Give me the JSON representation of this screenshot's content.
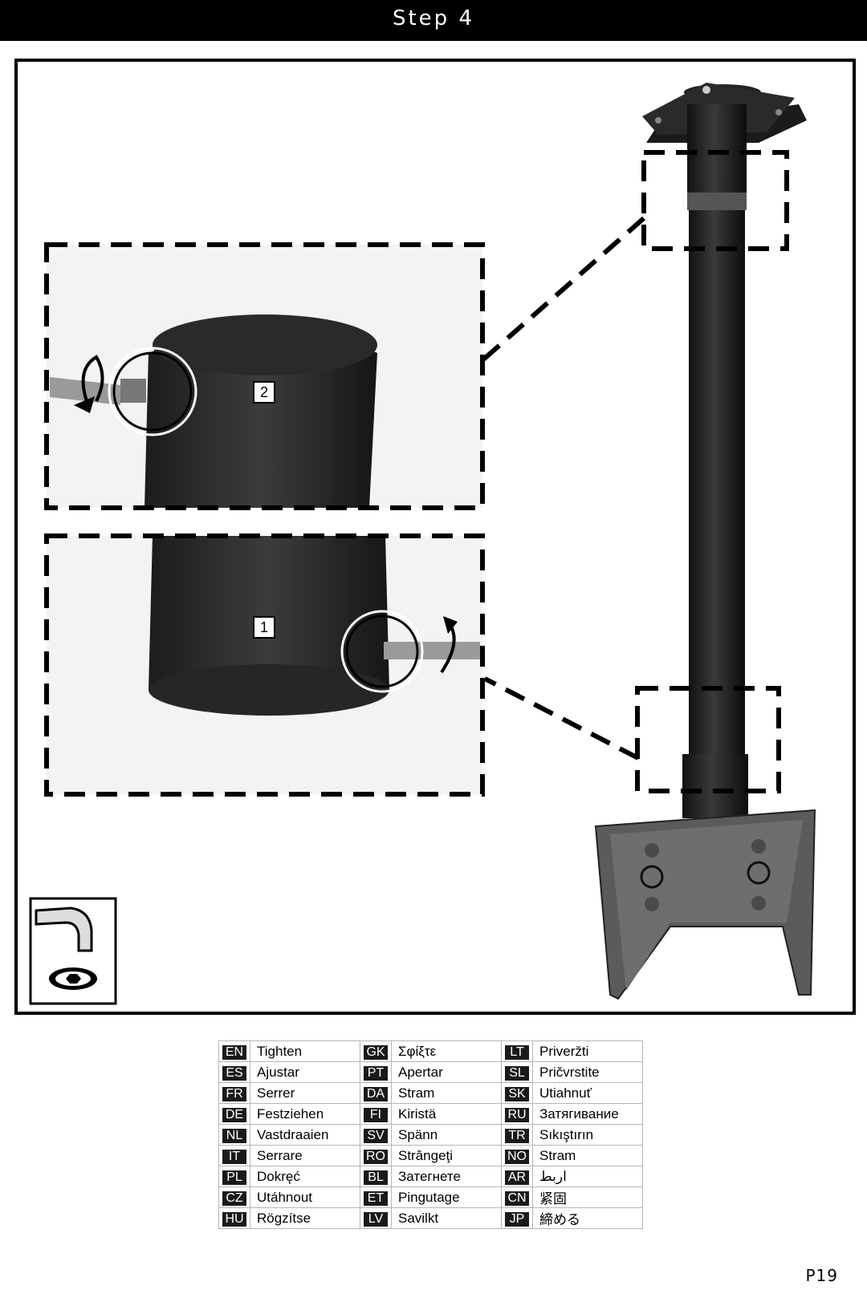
{
  "header": {
    "title": "Step 4"
  },
  "callouts": {
    "top_number": "2",
    "bottom_number": "1"
  },
  "tool_icon": "hex-key-icon",
  "translations": [
    [
      {
        "code": "EN",
        "word": "Tighten"
      },
      {
        "code": "GK",
        "word": "Σφίξτε"
      },
      {
        "code": "LT",
        "word": "Priveržti"
      }
    ],
    [
      {
        "code": "ES",
        "word": "Ajustar"
      },
      {
        "code": "PT",
        "word": "Apertar"
      },
      {
        "code": "SL",
        "word": "Pričvrstite"
      }
    ],
    [
      {
        "code": "FR",
        "word": "Serrer"
      },
      {
        "code": "DA",
        "word": "Stram"
      },
      {
        "code": "SK",
        "word": "Utiahnuť"
      }
    ],
    [
      {
        "code": "DE",
        "word": "Festziehen"
      },
      {
        "code": "FI",
        "word": "Kiristä"
      },
      {
        "code": "RU",
        "word": "Затягивание"
      }
    ],
    [
      {
        "code": "NL",
        "word": "Vastdraaien"
      },
      {
        "code": "SV",
        "word": "Spänn"
      },
      {
        "code": "TR",
        "word": "Sıkıştırın"
      }
    ],
    [
      {
        "code": "IT",
        "word": "Serrare"
      },
      {
        "code": "RO",
        "word": "Strângeţi"
      },
      {
        "code": "NO",
        "word": "Stram"
      }
    ],
    [
      {
        "code": "PL",
        "word": "Dokręć"
      },
      {
        "code": "BL",
        "word": "Затегнете"
      },
      {
        "code": "AR",
        "word": "اربط"
      }
    ],
    [
      {
        "code": "CZ",
        "word": "Utáhnout"
      },
      {
        "code": "ET",
        "word": "Pingutage"
      },
      {
        "code": "CN",
        "word": "紧固"
      }
    ],
    [
      {
        "code": "HU",
        "word": "Rögzítse"
      },
      {
        "code": "LV",
        "word": "Savilkt"
      },
      {
        "code": "JP",
        "word": "締める"
      }
    ]
  ],
  "footer": {
    "page_number": "P19"
  }
}
